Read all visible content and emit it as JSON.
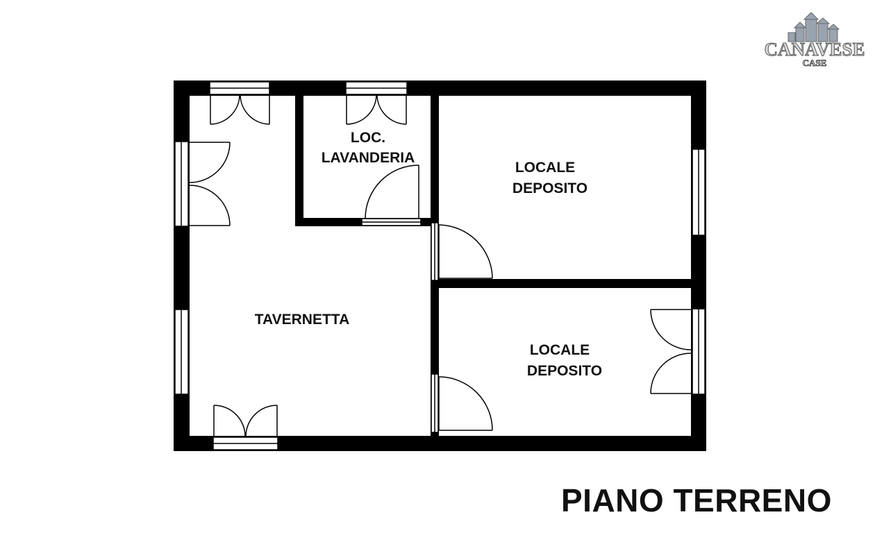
{
  "logo": {
    "name": "CANAVESE",
    "sub": "CASE"
  },
  "rooms": {
    "lavanderia_line1": "LOC.",
    "lavanderia_line2": "LAVANDERIA",
    "deposito1_line1": "LOCALE",
    "deposito1_line2": "DEPOSITO",
    "tavernetta": "TAVERNETTA",
    "deposito2_line1": "LOCALE",
    "deposito2_line2": "DEPOSITO"
  },
  "floor_title": "PIANO TERRENO"
}
